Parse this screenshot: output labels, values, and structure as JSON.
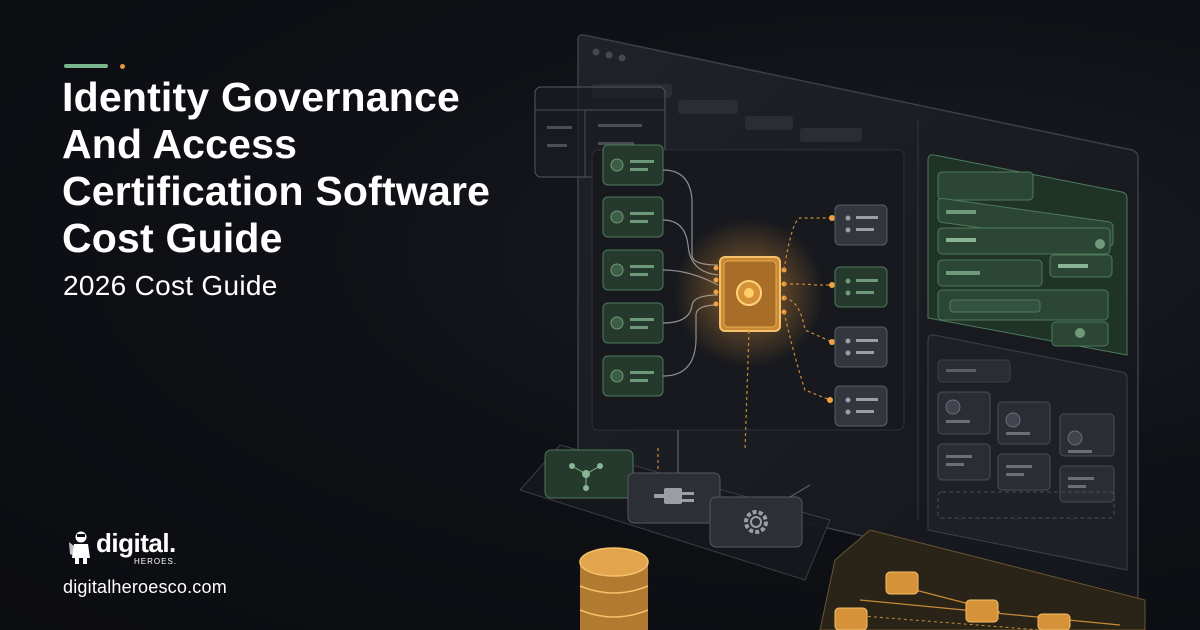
{
  "brand": {
    "accent_green": "#7bb58a",
    "accent_orange": "#e8924a",
    "glow_orange": "#f2b14a"
  },
  "headline": {
    "title": "Identity Governance And Access Certification Software Cost Guide",
    "subtitle": "2026 Cost Guide"
  },
  "logo": {
    "word": "digital.",
    "sub": "HEROES."
  },
  "footer": {
    "website": "digitalheroesco.com"
  },
  "icons": {
    "hub": "network-hub-icon",
    "plug": "plug-icon",
    "gear": "gear-icon",
    "database": "database-icon",
    "chip": "chip-core-icon"
  }
}
